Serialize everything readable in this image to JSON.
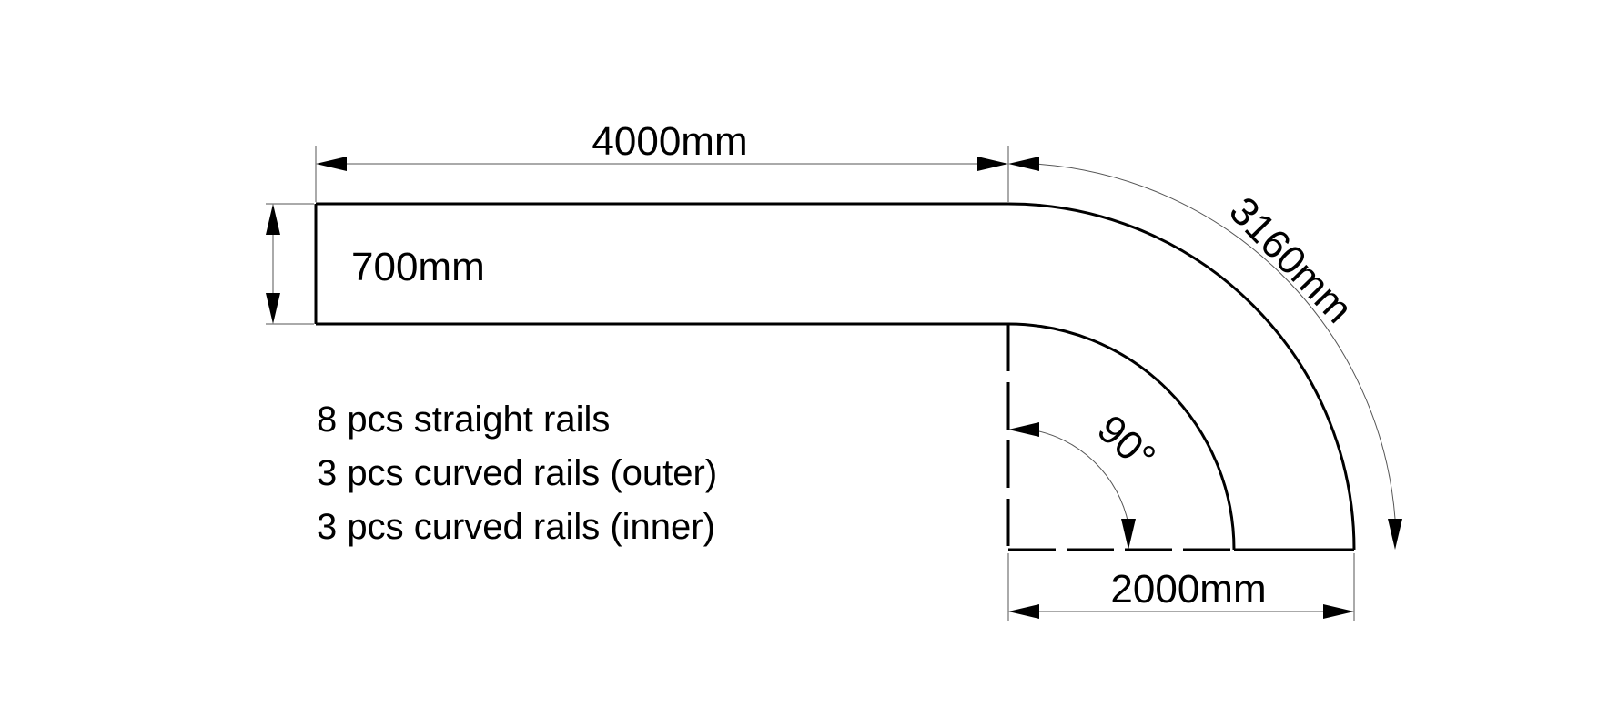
{
  "dimensions": {
    "straight_length": "4000mm",
    "width": "700mm",
    "arc_length": "3160mm",
    "radius_span": "2000mm",
    "angle": "90°"
  },
  "notes": [
    "8 pcs straight rails",
    "3 pcs curved rails (outer)",
    "3 pcs curved rails (inner)"
  ],
  "colors": {
    "line": "#000000",
    "background": "#ffffff"
  }
}
